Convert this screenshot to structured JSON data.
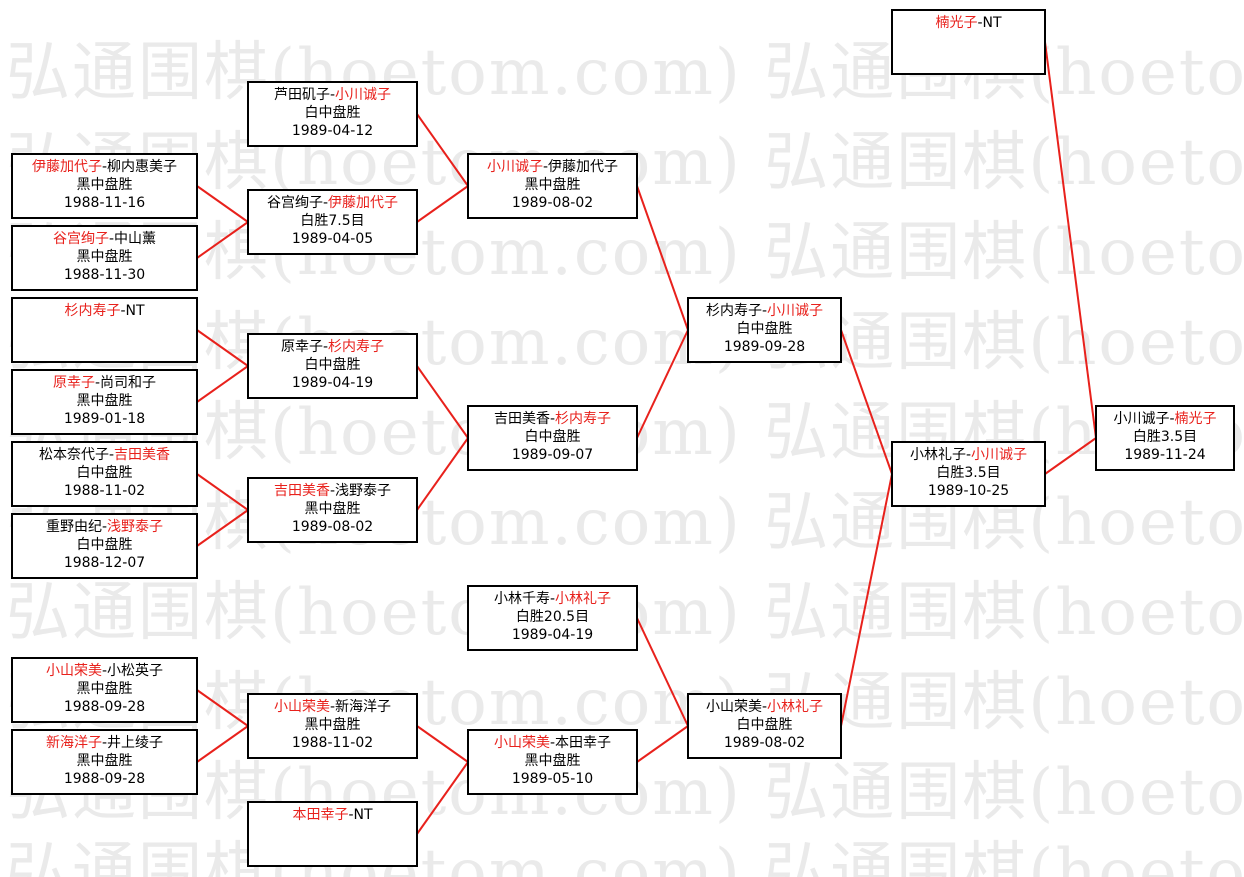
{
  "watermark": "弘通围棋(hoetom.com) 弘通围棋(hoetom.com)",
  "colors": {
    "winner": "#e8211c",
    "line": "#e8211c",
    "border": "#000000",
    "watermark": "#eaeaea"
  },
  "matches": [
    {
      "id": "m1",
      "p1": "伊藤加代子",
      "p2": "柳内惠美子",
      "winner": 1,
      "result": "黑中盘胜",
      "date": "1988-11-16"
    },
    {
      "id": "m2",
      "p1": "谷宫绚子",
      "p2": "中山薰",
      "winner": 1,
      "result": "黑中盘胜",
      "date": "1988-11-30"
    },
    {
      "id": "m3",
      "p1": "杉内寿子",
      "p2": "NT",
      "winner": 1,
      "result": "",
      "date": ""
    },
    {
      "id": "m4",
      "p1": "原幸子",
      "p2": "尚司和子",
      "winner": 1,
      "result": "黑中盘胜",
      "date": "1989-01-18"
    },
    {
      "id": "m5",
      "p1": "松本奈代子",
      "p2": "吉田美香",
      "winner": 2,
      "result": "白中盘胜",
      "date": "1988-11-02"
    },
    {
      "id": "m6",
      "p1": "重野由纪",
      "p2": "浅野泰子",
      "winner": 2,
      "result": "白中盘胜",
      "date": "1988-12-07"
    },
    {
      "id": "m7",
      "p1": "小山荣美",
      "p2": "小松英子",
      "winner": 1,
      "result": "黑中盘胜",
      "date": "1988-09-28"
    },
    {
      "id": "m8",
      "p1": "新海洋子",
      "p2": "井上绫子",
      "winner": 1,
      "result": "黑中盘胜",
      "date": "1988-09-28"
    },
    {
      "id": "m9",
      "p1": "芦田矶子",
      "p2": "小川诚子",
      "winner": 2,
      "result": "白中盘胜",
      "date": "1989-04-12"
    },
    {
      "id": "m10",
      "p1": "谷宫绚子",
      "p2": "伊藤加代子",
      "winner": 2,
      "result": "白胜7.5目",
      "date": "1989-04-05"
    },
    {
      "id": "m11",
      "p1": "原幸子",
      "p2": "杉内寿子",
      "winner": 2,
      "result": "白中盘胜",
      "date": "1989-04-19"
    },
    {
      "id": "m12",
      "p1": "吉田美香",
      "p2": "浅野泰子",
      "winner": 1,
      "result": "黑中盘胜",
      "date": "1989-08-02"
    },
    {
      "id": "m13",
      "p1": "小山荣美",
      "p2": "新海洋子",
      "winner": 1,
      "result": "黑中盘胜",
      "date": "1988-11-02"
    },
    {
      "id": "m14",
      "p1": "本田幸子",
      "p2": "NT",
      "winner": 1,
      "result": "",
      "date": ""
    },
    {
      "id": "m15",
      "p1": "小川诚子",
      "p2": "伊藤加代子",
      "winner": 1,
      "result": "黑中盘胜",
      "date": "1989-08-02"
    },
    {
      "id": "m16",
      "p1": "吉田美香",
      "p2": "杉内寿子",
      "winner": 2,
      "result": "白中盘胜",
      "date": "1989-09-07"
    },
    {
      "id": "m17",
      "p1": "小林千寿",
      "p2": "小林礼子",
      "winner": 2,
      "result": "白胜20.5目",
      "date": "1989-04-19"
    },
    {
      "id": "m18",
      "p1": "小山荣美",
      "p2": "本田幸子",
      "winner": 1,
      "result": "黑中盘胜",
      "date": "1989-05-10"
    },
    {
      "id": "m19",
      "p1": "杉内寿子",
      "p2": "小川诚子",
      "winner": 2,
      "result": "白中盘胜",
      "date": "1989-09-28"
    },
    {
      "id": "m20",
      "p1": "小山荣美",
      "p2": "小林礼子",
      "winner": 2,
      "result": "白中盘胜",
      "date": "1989-08-02"
    },
    {
      "id": "m21",
      "p1": "楠光子",
      "p2": "NT",
      "winner": 1,
      "result": "",
      "date": ""
    },
    {
      "id": "m22",
      "p1": "小林礼子",
      "p2": "小川诚子",
      "winner": 2,
      "result": "白胜3.5目",
      "date": "1989-10-25"
    },
    {
      "id": "m23",
      "p1": "小川诚子",
      "p2": "楠光子",
      "winner": 2,
      "result": "白胜3.5目",
      "date": "1989-11-24"
    }
  ]
}
